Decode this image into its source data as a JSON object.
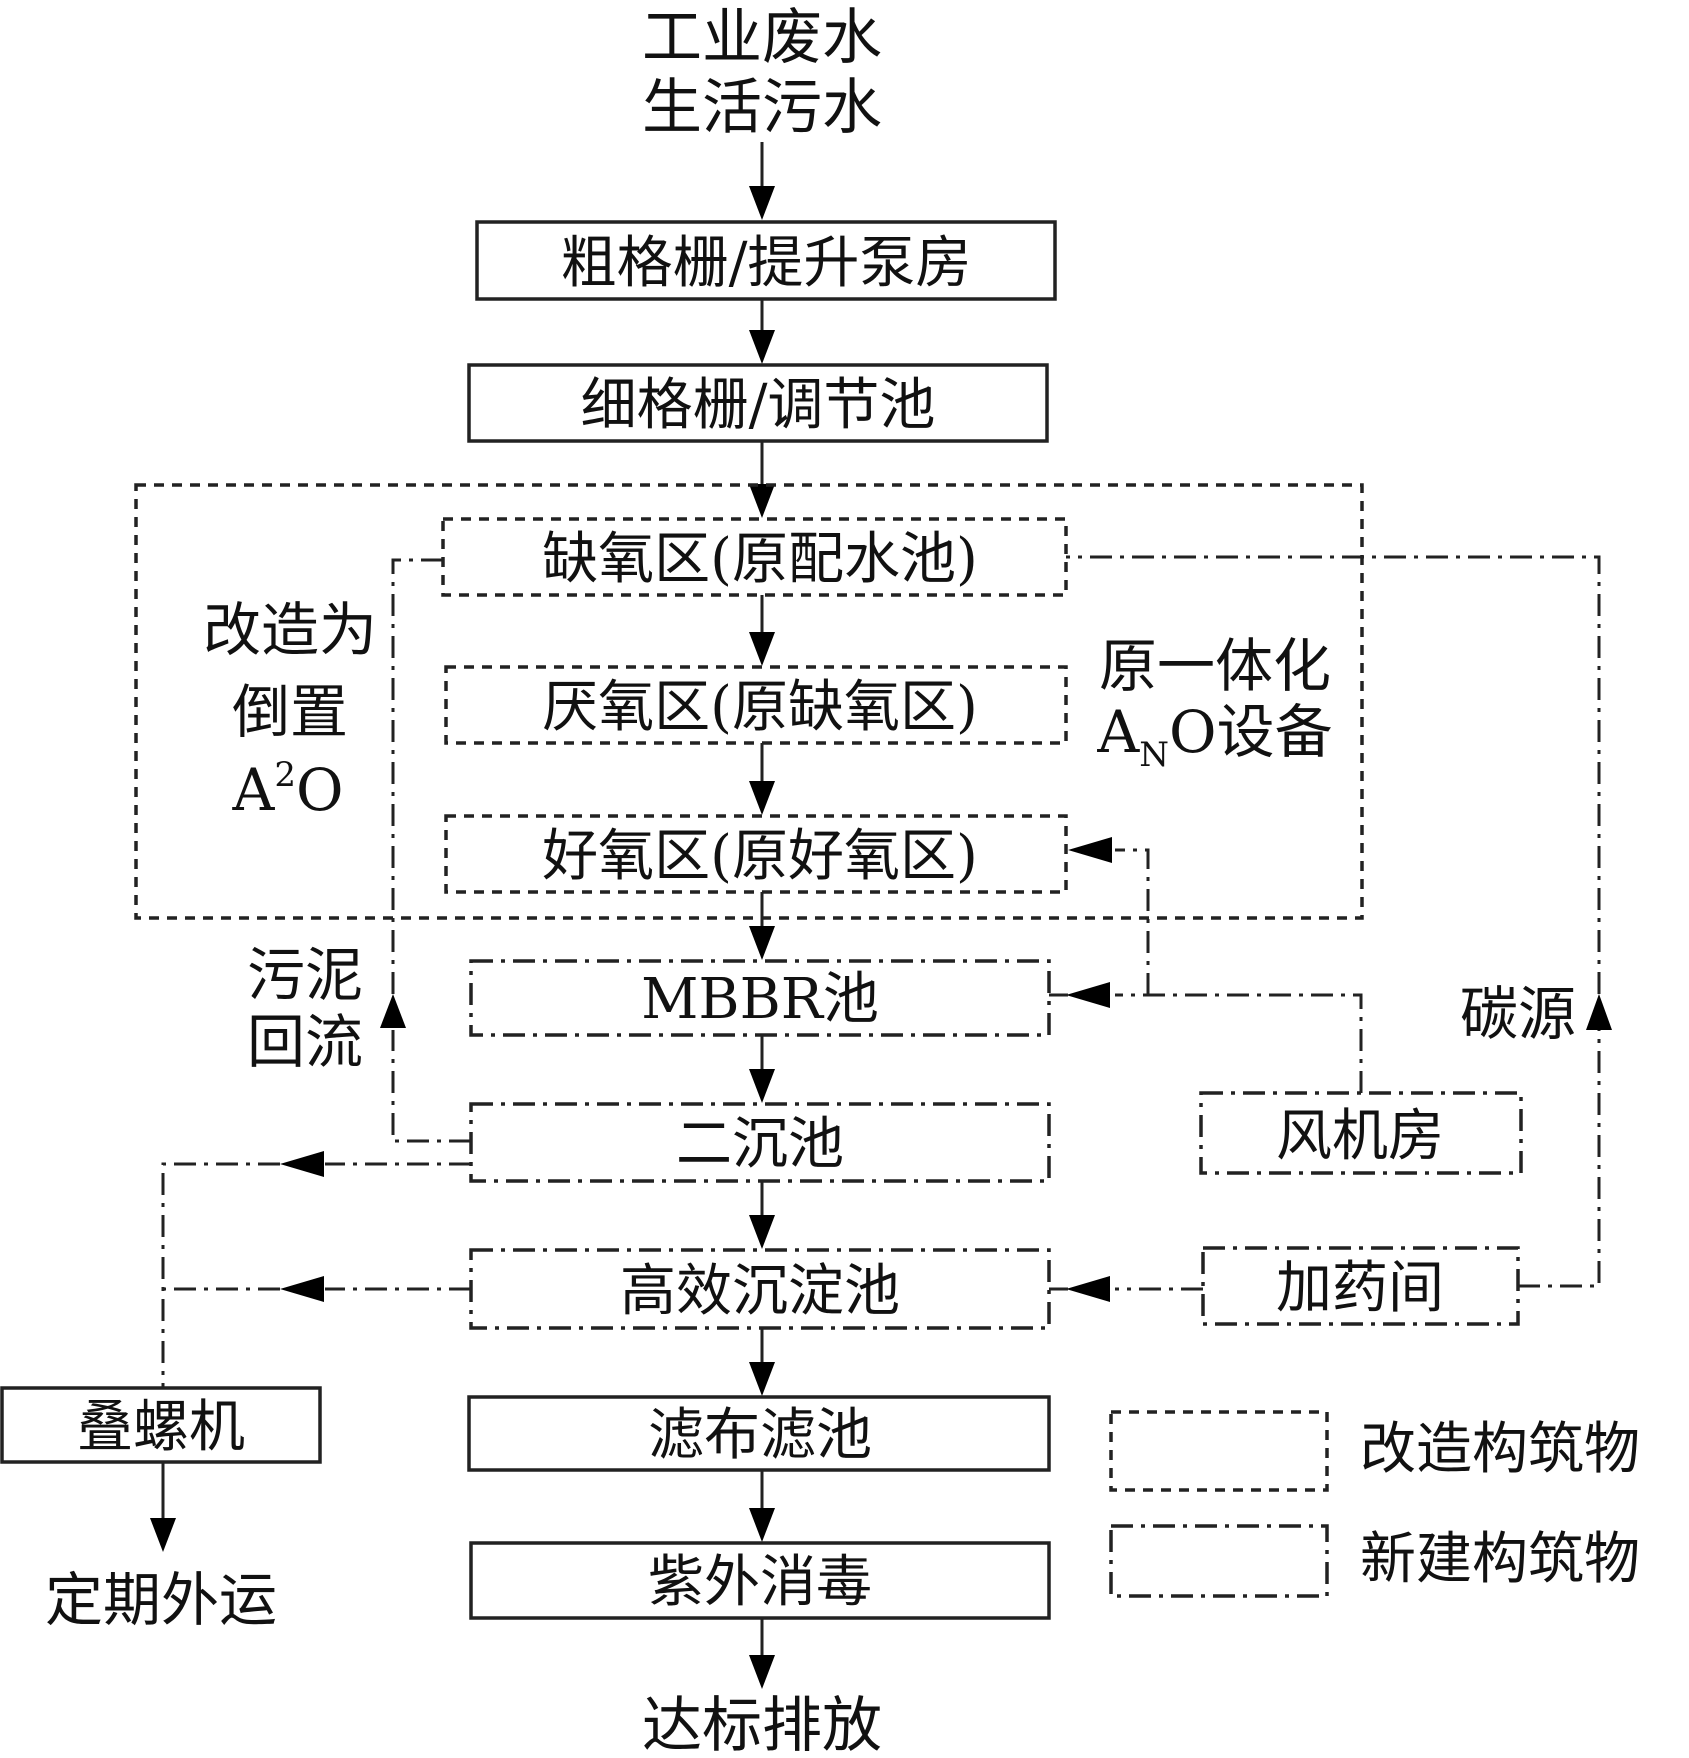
{
  "diagram": {
    "title_inputs": [
      "工业废水",
      "生活污水"
    ],
    "output": "达标排放",
    "colors": {
      "stroke": "#222222",
      "text": "#111111",
      "background": "#ffffff"
    },
    "process_units": [
      {
        "id": "coarse_screen",
        "label": "粗格栅/提升泵房",
        "type": "existing"
      },
      {
        "id": "fine_screen",
        "label": "细格栅/调节池",
        "type": "existing"
      },
      {
        "id": "anoxic",
        "label": "缺氧区(原配水池)",
        "type": "modified"
      },
      {
        "id": "anaerobic",
        "label": "厌氧区(原缺氧区)",
        "type": "modified"
      },
      {
        "id": "aerobic",
        "label": "好氧区(原好氧区)",
        "type": "modified"
      },
      {
        "id": "mbbr",
        "label": "MBBR池",
        "type": "new"
      },
      {
        "id": "secondary_clarifier",
        "label": "二沉池",
        "type": "new"
      },
      {
        "id": "high_eff_sedimentation",
        "label": "高效沉淀池",
        "type": "new"
      },
      {
        "id": "cloth_filter",
        "label": "滤布滤池",
        "type": "existing"
      },
      {
        "id": "uv_disinfection",
        "label": "紫外消毒",
        "type": "existing"
      }
    ],
    "side_units": [
      {
        "id": "dewatering",
        "label": "叠螺机",
        "type": "existing"
      },
      {
        "id": "blower",
        "label": "风机房",
        "type": "new"
      },
      {
        "id": "dosing",
        "label": "加药间",
        "type": "new"
      }
    ],
    "group_labels": {
      "retrofit": [
        "改造为",
        "倒置",
        "A",
        "2",
        "O"
      ],
      "original_device": [
        "原一体化",
        "A",
        "N",
        "O设备"
      ]
    },
    "flow_labels": {
      "sludge_return": [
        "污泥",
        "回流"
      ],
      "carbon_source": "碳源",
      "sludge_disposal": "定期外运"
    },
    "legend": [
      {
        "style": "dashed",
        "label": "改造构筑物"
      },
      {
        "style": "dash-dot",
        "label": "新建构筑物"
      }
    ]
  }
}
